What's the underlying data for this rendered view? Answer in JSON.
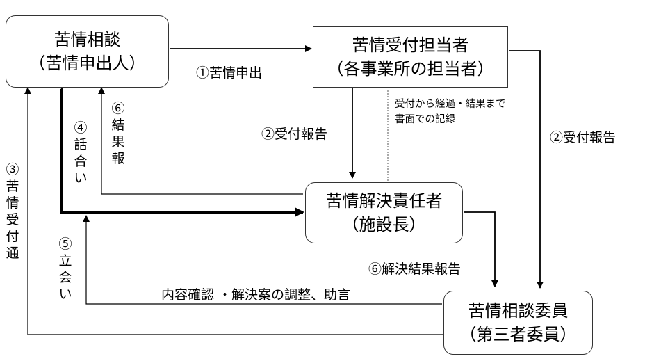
{
  "boxes": {
    "complainant": {
      "line1": "苦情相談",
      "line2": "（苦情申出人）"
    },
    "receptionist": {
      "line1": "苦情受付担当者",
      "line2": "（各事業所の担当者）"
    },
    "resolver": {
      "line1": "苦情解決責任者",
      "line2": "（施設長）"
    },
    "committee": {
      "line1": "苦情相談委員",
      "line2": "（第三者委員）"
    }
  },
  "labels": {
    "step1": "①苦情申出",
    "step2_center": "②受付報告",
    "step2_right": "②受付報告",
    "record_note_line1": "受付から経過・結果まで",
    "record_note_line2": "書面での記録",
    "step3": "③苦情受付通",
    "step4_num": "④",
    "step4_text": "話合い",
    "step5_num": "⑤",
    "step5_text": "立会い",
    "step6_left_num": "⑥",
    "step6_left_text": "結果報",
    "step6_right": "⑥解決結果報告",
    "coordination": "内容確認 ・解決案の調整、助言"
  }
}
